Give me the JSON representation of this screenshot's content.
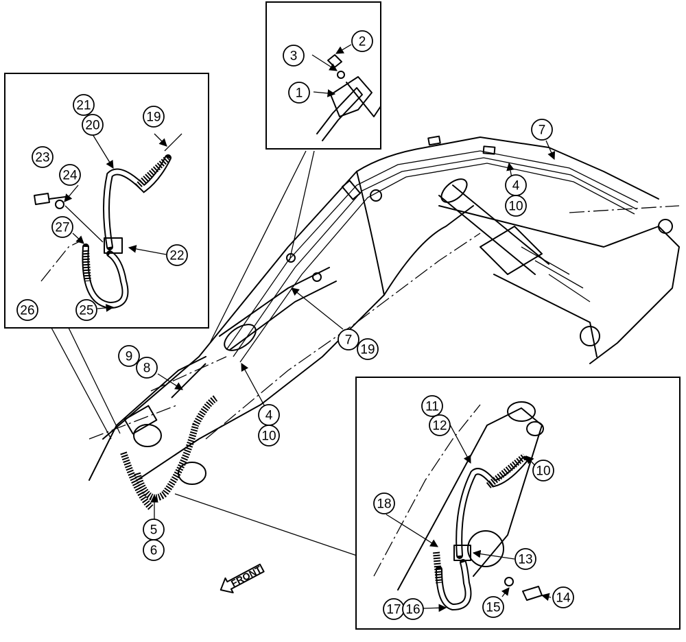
{
  "front_label": "FRONT",
  "callouts": [
    "1",
    "2",
    "3",
    "4",
    "10",
    "7",
    "7",
    "19",
    "4",
    "10",
    "9",
    "8",
    "5",
    "6",
    "21",
    "20",
    "19",
    "23",
    "24",
    "27",
    "22",
    "26",
    "25",
    "11",
    "12",
    "10",
    "18",
    "13",
    "15",
    "14",
    "17",
    "16"
  ]
}
